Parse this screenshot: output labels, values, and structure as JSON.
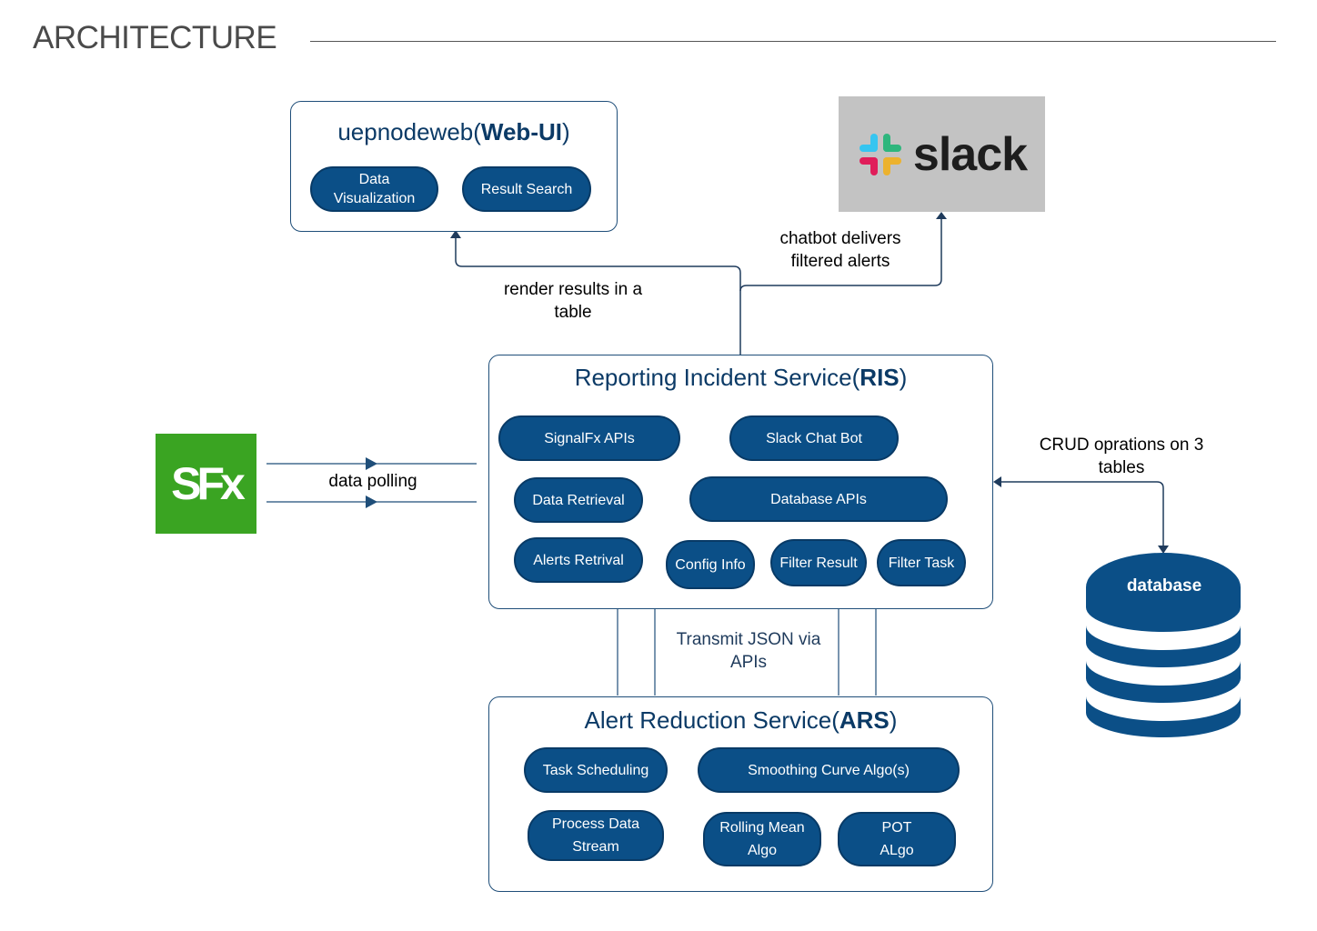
{
  "page": {
    "title": "ARCHITECTURE"
  },
  "web_ui": {
    "title_prefix": "uepnodeweb(",
    "title_bold": "Web-UI",
    "title_suffix": ")",
    "pills": [
      {
        "line1": "Data",
        "line2": "Visualization"
      },
      {
        "line1": "Result Search",
        "line2": ""
      }
    ]
  },
  "slack": {
    "logo_text": "slack"
  },
  "signalfx": {
    "logo_text": "SFx"
  },
  "ris": {
    "title_prefix": "Reporting Incident Service(",
    "title_bold": "RIS",
    "title_suffix": ")",
    "pills": [
      "SignalFx APIs",
      "Slack Chat Bot",
      "Data Retrieval",
      "Database APIs",
      "Alerts Retrival",
      "Config Info",
      "Filter Result",
      "Filter Task"
    ]
  },
  "ars": {
    "title_prefix": "Alert Reduction Service(",
    "title_bold": "ARS",
    "title_suffix": ")",
    "pills": [
      {
        "line1": "Task Scheduling",
        "line2": ""
      },
      {
        "line1": "Smoothing Curve Algo(s)",
        "line2": ""
      },
      {
        "line1": "Process Data",
        "line2": "Stream"
      },
      {
        "line1": "Rolling Mean",
        "line2": "Algo"
      },
      {
        "line1": "POT",
        "line2": "ALgo"
      }
    ]
  },
  "database": {
    "label": "database"
  },
  "edges": {
    "render_results": {
      "line1": "render results in a",
      "line2": "table"
    },
    "chatbot": {
      "line1": "chatbot delivers",
      "line2": "filtered alerts"
    },
    "data_polling": "data polling",
    "crud": {
      "line1": "CRUD oprations on 3",
      "line2": "tables"
    },
    "transmit": {
      "line1": "Transmit JSON via",
      "line2": "APIs"
    }
  },
  "colors": {
    "pill_fill": "#0b4f87",
    "box_border": "#1f4e79",
    "title_text": "#0b3a66",
    "slack_bg": "#c3c3c3",
    "signalfx_bg": "#3aa422",
    "database_fill": "#0b4f87"
  }
}
